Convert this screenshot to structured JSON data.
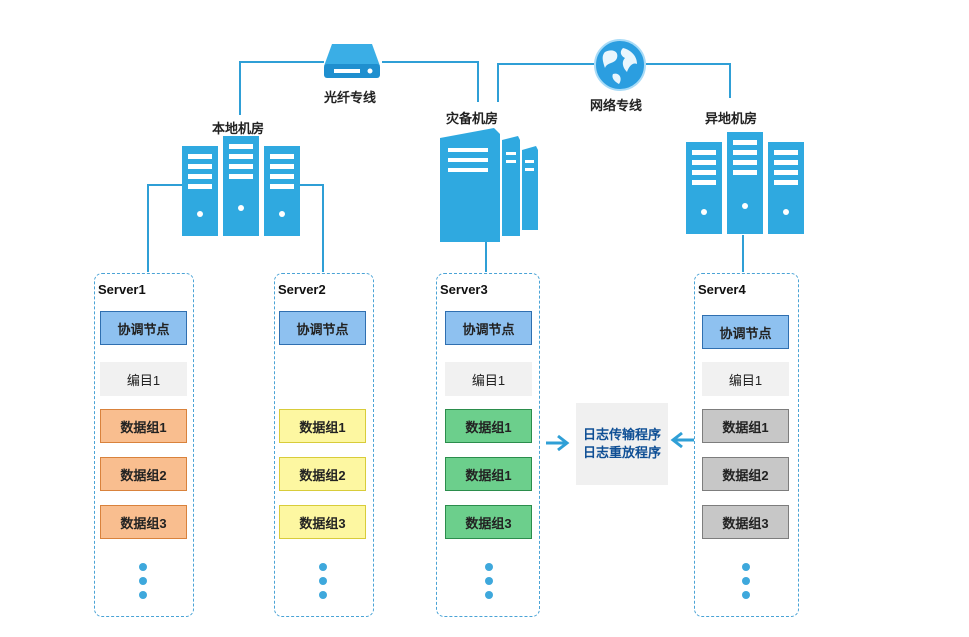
{
  "links": {
    "fiber_label": "光纤专线",
    "network_label": "网络专线"
  },
  "rooms": {
    "local": "本地机房",
    "backup": "灾备机房",
    "remote": "异地机房"
  },
  "servers": [
    {
      "name": "Server1",
      "coordinator": "协调节点",
      "catalog": "编目1",
      "data_groups": [
        "数据组1",
        "数据组2",
        "数据组3"
      ]
    },
    {
      "name": "Server2",
      "coordinator": "协调节点",
      "catalog": "",
      "data_groups": [
        "数据组1",
        "数据组2",
        "数据组3"
      ]
    },
    {
      "name": "Server3",
      "coordinator": "协调节点",
      "catalog": "编目1",
      "data_groups": [
        "数据组1",
        "数据组1",
        "数据组3"
      ]
    },
    {
      "name": "Server4",
      "coordinator": "协调节点",
      "catalog": "编目1",
      "data_groups": [
        "数据组1",
        "数据组2",
        "数据组3"
      ]
    }
  ],
  "log_box": {
    "line1": "日志传输程序",
    "line2": "日志重放程序"
  },
  "colors": {
    "wire": "#2f9fd6",
    "server_icon": "#2fa9e0",
    "coordinator": "#8ec1f0",
    "group_server1": "#f9be8f",
    "group_server2": "#fdf7a1",
    "group_server3": "#6ccf8c",
    "group_server4": "#c7c7c7"
  },
  "icons": [
    "fiber-drive-icon",
    "globe-icon",
    "server-rack-icon",
    "server-tower-icon"
  ]
}
